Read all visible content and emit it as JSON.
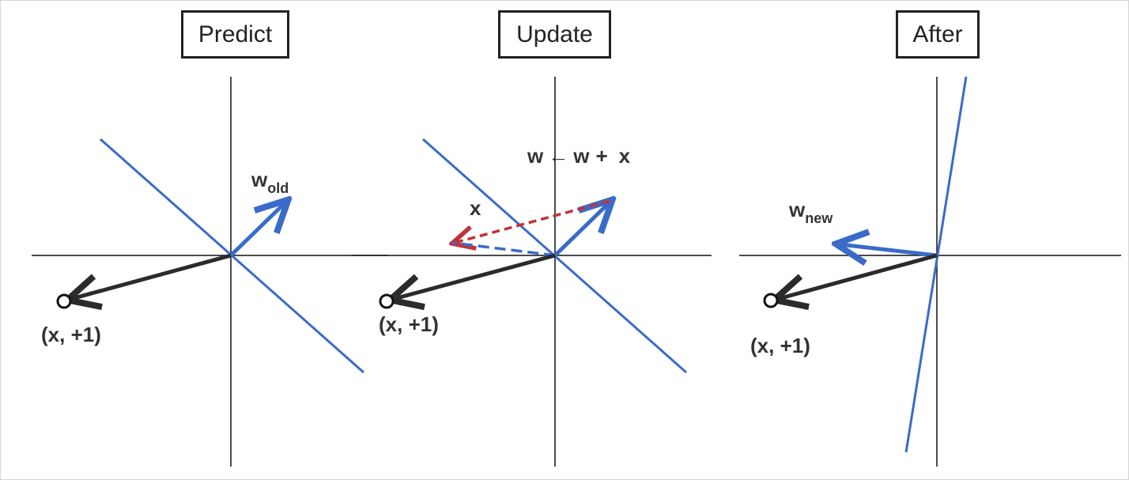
{
  "panels": [
    {
      "title": "Predict",
      "point_label": "(x, +1)",
      "w_label": "w",
      "w_subscript": "old"
    },
    {
      "title": "Update",
      "point_label": "(x, +1)",
      "x_label": "x",
      "rule": {
        "lhs": "w",
        "arrow": "←",
        "rhs_w": "w",
        "plus": "+",
        "rhs_x": "x"
      }
    },
    {
      "title": "After",
      "point_label": "(x, +1)",
      "w_label": "w",
      "w_subscript": "new"
    }
  ],
  "colors": {
    "axis": "#111111",
    "boundary": "#3a6bc9",
    "weight_vector": "#3a6bc9",
    "data_vector": "#2b2b2b",
    "update_vector": "#c0333a",
    "text": "#333333",
    "title_border": "#222222"
  }
}
